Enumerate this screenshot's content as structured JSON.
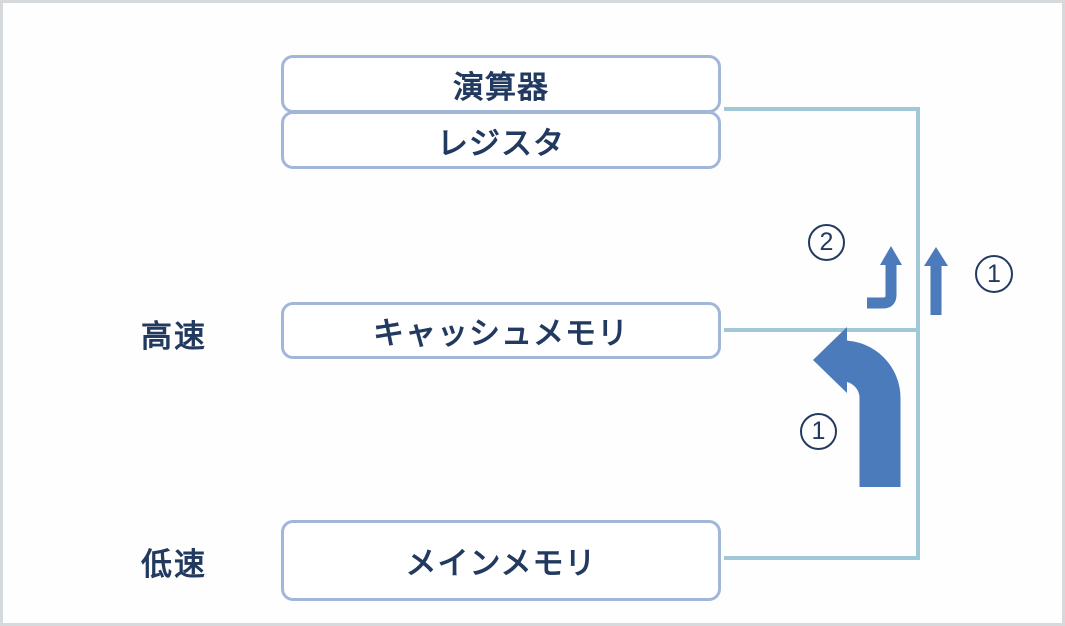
{
  "diagram": {
    "title": "memory-hierarchy-cache-diagram",
    "nodes": [
      {
        "id": "alu",
        "label": "演算器"
      },
      {
        "id": "register",
        "label": "レジスタ"
      },
      {
        "id": "cache",
        "label": "キャッシュメモリ"
      },
      {
        "id": "main_memory",
        "label": "メインメモリ"
      }
    ],
    "side_labels": [
      {
        "id": "fast",
        "text": "高速"
      },
      {
        "id": "slow",
        "text": "低速"
      }
    ],
    "annotations": [
      {
        "id": "step2",
        "text": "2",
        "position": "left-of-small-bent-arrow"
      },
      {
        "id": "step1_right",
        "text": "1",
        "position": "right-of-straight-arrow"
      },
      {
        "id": "step1_bottom",
        "text": "1",
        "position": "left-of-thick-bent-arrow"
      }
    ],
    "colors": {
      "node_border": "#a2b6d9",
      "connector": "#a0c8d7",
      "arrow": "#4b7bbb",
      "text": "#233a60",
      "frame": "#d7dadc",
      "bg": "#fefefe"
    }
  }
}
